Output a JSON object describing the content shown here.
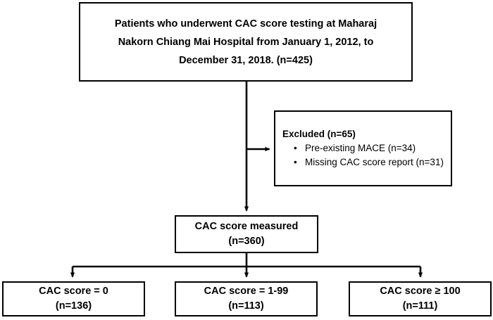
{
  "figure": {
    "type": "flowchart",
    "title": "Patient selection flow diagram for CAC score testing cohort",
    "colors": {
      "background": "#ffffff",
      "line": "#000000",
      "text": "#000000"
    }
  },
  "nodes": {
    "enrolled": {
      "name": "enrolled-box",
      "lines": [
        "Patients who underwent CAC score testing at Maharaj",
        "Nakorn Chiang Mai Hospital from January 1, 2012, to",
        "December 31, 2018.  (n=425)"
      ],
      "count": 425
    },
    "excluded": {
      "name": "excluded-box",
      "title": "Excluded (n=65)",
      "count": 65,
      "bullets": [
        "Pre-existing MACE (n=34)",
        "Missing CAC score report (n=31)"
      ],
      "bullet_counts": [
        34,
        31
      ]
    },
    "measured": {
      "name": "cac-measured-box",
      "lines": [
        "CAC score measured",
        "(n=360)"
      ],
      "count": 360
    },
    "groups": [
      {
        "name": "cac-score-zero-box",
        "lines": [
          "CAC score = 0",
          "(n=136)"
        ],
        "count": 136
      },
      {
        "name": "cac-score-1-99-box",
        "lines": [
          "CAC score = 1-99",
          "(n=113)"
        ],
        "count": 113
      },
      {
        "name": "cac-score-ge-100-box",
        "lines": [
          "CAC score ≥ 100",
          "(n=111)"
        ],
        "count": 111
      }
    ]
  },
  "connectors": [
    {
      "name": "enrolled-to-measured-arrow",
      "from": "enrolled",
      "to": "measured",
      "direction": "down"
    },
    {
      "name": "enrolled-to-excluded-arrow",
      "from": "enrolled",
      "to": "excluded",
      "direction": "right"
    },
    {
      "name": "measured-to-group-0-arrow",
      "from": "measured",
      "to": "cac-score-zero-box",
      "direction": "down"
    },
    {
      "name": "measured-to-group-1-arrow",
      "from": "measured",
      "to": "cac-score-1-99-box",
      "direction": "down"
    },
    {
      "name": "measured-to-group-2-arrow",
      "from": "measured",
      "to": "cac-score-ge-100-box",
      "direction": "down"
    }
  ]
}
